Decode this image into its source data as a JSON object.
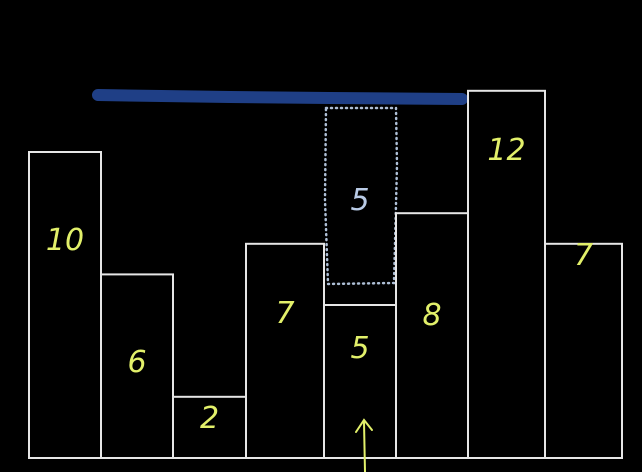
{
  "diagram": {
    "bars": [
      {
        "height": 10,
        "label": "10"
      },
      {
        "height": 6,
        "label": "6"
      },
      {
        "height": 2,
        "label": "2"
      },
      {
        "height": 7,
        "label": "7"
      },
      {
        "height": 5,
        "label": "5"
      },
      {
        "height": 8,
        "label": "8"
      },
      {
        "height": 12,
        "label": "12"
      },
      {
        "height": 7,
        "label": "7"
      }
    ],
    "water_label": "5",
    "colors": {
      "background": "#000000",
      "bar_outline": "#e6e6e6",
      "label": "#e2f06a",
      "water_outline": "#aebfd6",
      "water_label": "#b9cbe6",
      "water_line": "#1f3f86",
      "arrow": "#e2f06a"
    }
  }
}
